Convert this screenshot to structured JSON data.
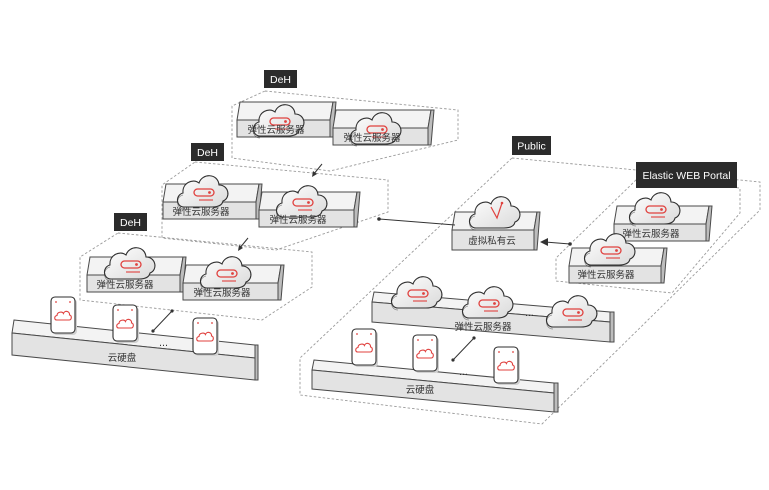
{
  "groups": {
    "deh_top": {
      "tag": "DeH",
      "servers": [
        "弹性云服务器",
        "弹性云服务器"
      ]
    },
    "deh_mid": {
      "tag": "DeH",
      "servers": [
        "弹性云服务器",
        "弹性云服务器"
      ]
    },
    "deh_left": {
      "tag": "DeH",
      "servers": [
        "弹性云服务器",
        "弹性云服务器"
      ],
      "disk_label": "云硬盘",
      "ellipsis": "..."
    },
    "public": {
      "tag": "Public",
      "vpc_label": "虚拟私有云",
      "server_label": "弹性云服务器",
      "disk_label": "云硬盘",
      "server_ellipsis": "...",
      "disk_ellipsis": "..."
    },
    "elastic_web": {
      "tag": "Elastic WEB Portal",
      "servers": [
        "弹性云服务器",
        "弹性云服务器"
      ]
    }
  },
  "colors": {
    "accent": "#e0413e",
    "tag_bg": "#2b2b2b",
    "platform_top": "#f3f3f3",
    "platform_front": "#e0e0e0",
    "dash": "#9a9a9a"
  }
}
